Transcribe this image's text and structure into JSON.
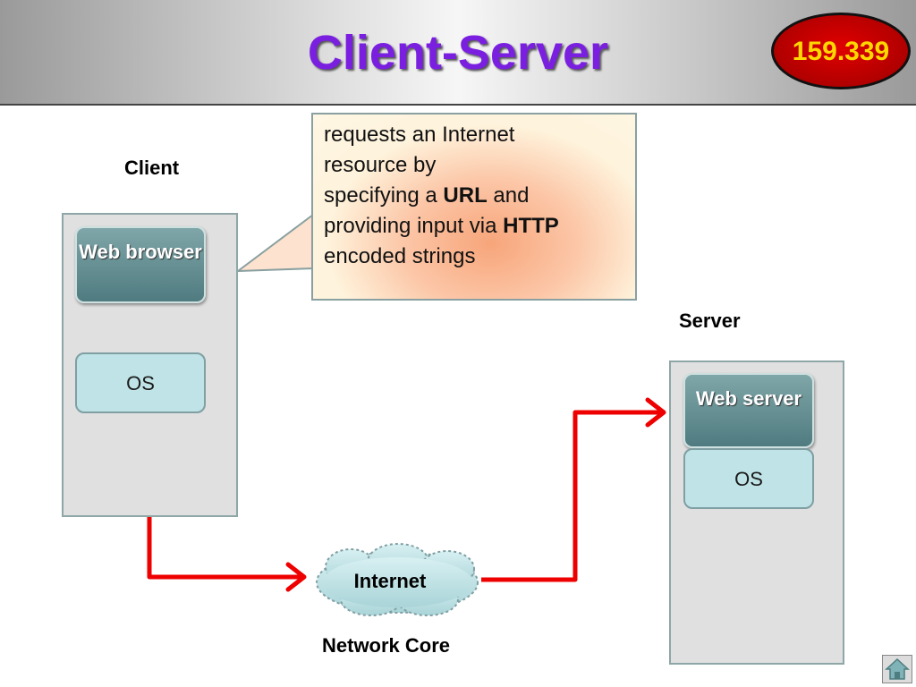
{
  "title": "Client-Server",
  "badge": "159.339",
  "client": {
    "label": "Client",
    "web_browser": "Web browser",
    "os": "OS"
  },
  "server": {
    "label": "Server",
    "web_server": "Web server",
    "os": "OS"
  },
  "callout": {
    "line1": "requests an Internet",
    "line2": "resource by",
    "line3_pre": "specifying a ",
    "line3_bold": "URL",
    "line3_post": " and",
    "line4_pre": "providing input via ",
    "line4_bold": "HTTP",
    "line5": "encoded strings"
  },
  "network": {
    "cloud": "Internet",
    "caption": "Network Core"
  },
  "colors": {
    "title": "#7a1fe0",
    "badge_bg": "#cc0000",
    "badge_text": "#ffd700",
    "arrow": "#ee0000"
  },
  "icons": {
    "home": "home-icon"
  }
}
